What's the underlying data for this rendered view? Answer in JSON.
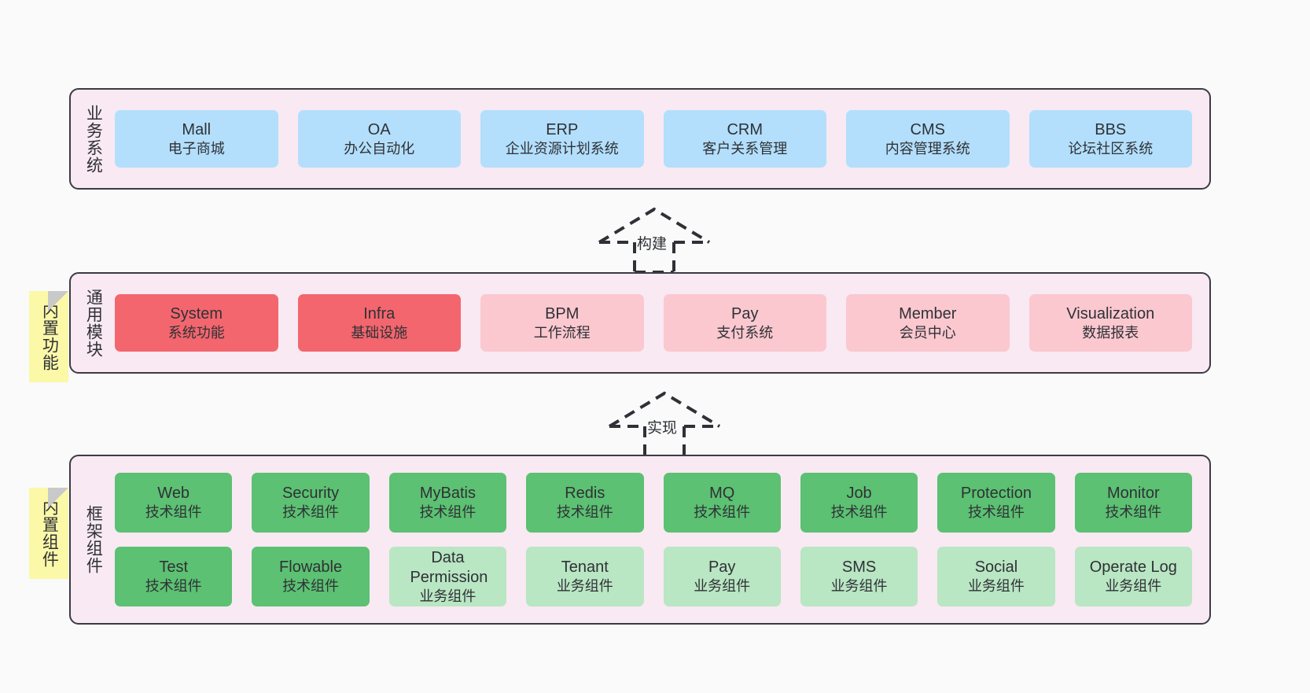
{
  "diagram": {
    "background_color": "#fafafa",
    "layer_fill": "#f8e9f3",
    "layer_border": "#3b3b45",
    "note_color": "#fbf8a8",
    "colors": {
      "business": "#b3dffc",
      "module_core": "#f3666e",
      "module_optional": "#fbc8d0",
      "tech_component": "#5cc172",
      "biz_component": "#b9e6c3"
    }
  },
  "layers": [
    {
      "id": "business-system",
      "title": "业务系统",
      "rows": [
        {
          "cards": [
            {
              "t1": "Mall",
              "t2": "电子商城",
              "style": "c-blue"
            },
            {
              "t1": "OA",
              "t2": "办公自动化",
              "style": "c-blue"
            },
            {
              "t1": "ERP",
              "t2": "企业资源计划系统",
              "style": "c-blue"
            },
            {
              "t1": "CRM",
              "t2": "客户关系管理",
              "style": "c-blue"
            },
            {
              "t1": "CMS",
              "t2": "内容管理系统",
              "style": "c-blue"
            },
            {
              "t1": "BBS",
              "t2": "论坛社区系统",
              "style": "c-blue"
            }
          ]
        }
      ]
    },
    {
      "id": "common-module",
      "title": "通用模块",
      "note": "内置功能",
      "rows": [
        {
          "cards": [
            {
              "t1": "System",
              "t2": "系统功能",
              "style": "c-red"
            },
            {
              "t1": "Infra",
              "t2": "基础设施",
              "style": "c-red"
            },
            {
              "t1": "BPM",
              "t2": "工作流程",
              "style": "c-pink"
            },
            {
              "t1": "Pay",
              "t2": "支付系统",
              "style": "c-pink"
            },
            {
              "t1": "Member",
              "t2": "会员中心",
              "style": "c-pink"
            },
            {
              "t1": "Visualization",
              "t2": "数据报表",
              "style": "c-pink"
            }
          ]
        }
      ]
    },
    {
      "id": "framework-component",
      "title": "框架组件",
      "note": "内置组件",
      "rows": [
        {
          "cards": [
            {
              "t1": "Web",
              "t2": "技术组件",
              "style": "c-green"
            },
            {
              "t1": "Security",
              "t2": "技术组件",
              "style": "c-green"
            },
            {
              "t1": "MyBatis",
              "t2": "技术组件",
              "style": "c-green"
            },
            {
              "t1": "Redis",
              "t2": "技术组件",
              "style": "c-green"
            },
            {
              "t1": "MQ",
              "t2": "技术组件",
              "style": "c-green"
            },
            {
              "t1": "Job",
              "t2": "技术组件",
              "style": "c-green"
            },
            {
              "t1": "Protection",
              "t2": "技术组件",
              "style": "c-green"
            },
            {
              "t1": "Monitor",
              "t2": "技术组件",
              "style": "c-green"
            }
          ]
        },
        {
          "cards": [
            {
              "t1": "Test",
              "t2": "技术组件",
              "style": "c-green"
            },
            {
              "t1": "Flowable",
              "t2": "技术组件",
              "style": "c-green"
            },
            {
              "t1": "Data Permission",
              "t2": "业务组件",
              "style": "c-lightgreen"
            },
            {
              "t1": "Tenant",
              "t2": "业务组件",
              "style": "c-lightgreen"
            },
            {
              "t1": "Pay",
              "t2": "业务组件",
              "style": "c-lightgreen"
            },
            {
              "t1": "SMS",
              "t2": "业务组件",
              "style": "c-lightgreen"
            },
            {
              "t1": "Social",
              "t2": "业务组件",
              "style": "c-lightgreen"
            },
            {
              "t1": "Operate Log",
              "t2": "业务组件",
              "style": "c-lightgreen"
            }
          ]
        }
      ]
    }
  ],
  "connectors": [
    {
      "id": "build",
      "label": "构建"
    },
    {
      "id": "implement",
      "label": "实现"
    }
  ]
}
